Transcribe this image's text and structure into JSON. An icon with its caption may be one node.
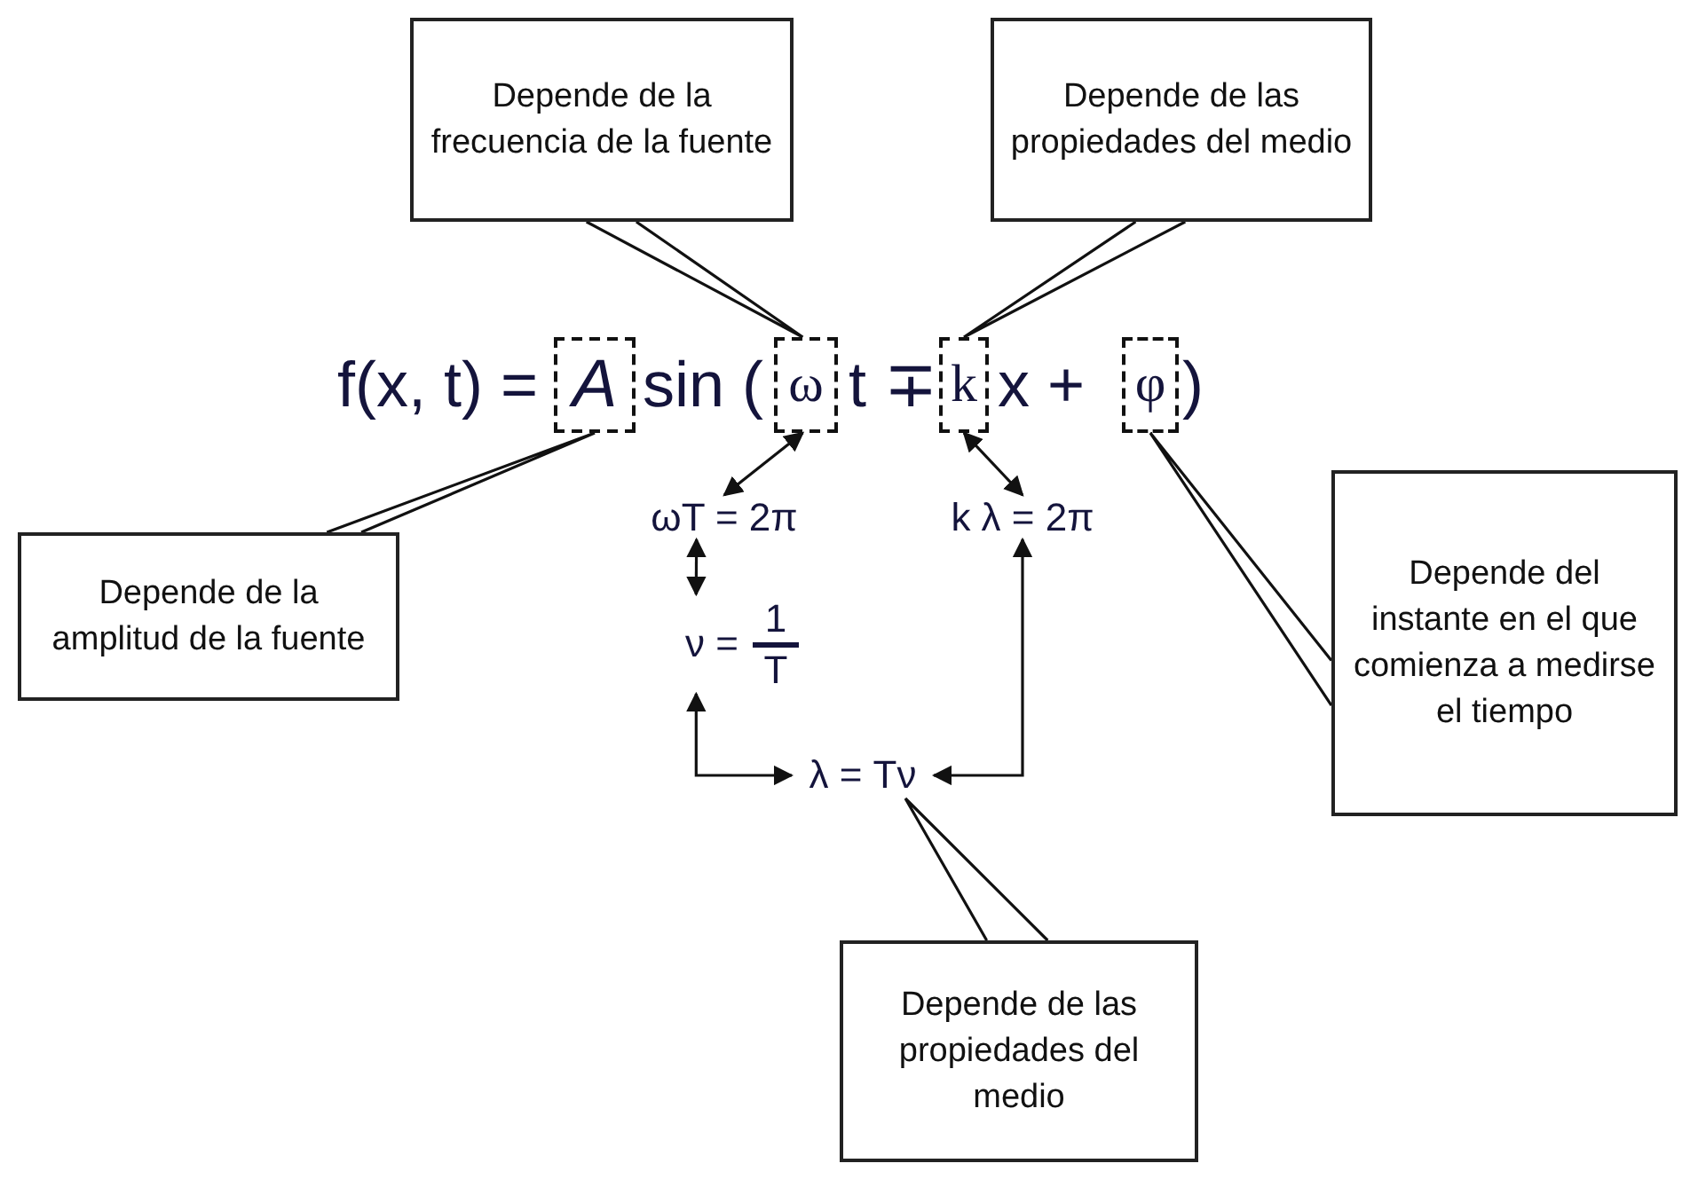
{
  "diagram": {
    "nodes": [
      {
        "text": [
          "Depende de la frecuencia de la fuente"
        ]
      },
      {
        "text": [
          "Depende de las propiedades del medio"
        ]
      },
      {
        "text": [
          "Depende de la amplitud de la fuente"
        ]
      },
      {
        "text": [
          "Depende del instante en el que comienza a medirse el tiempo"
        ]
      },
      {
        "text": [
          "Depende de las propiedades del medio"
        ]
      },
      {
        "text": [
          "A"
        ]
      },
      {
        "text": [
          "ω"
        ]
      },
      {
        "text": [
          "k"
        ]
      },
      {
        "text": [
          "φ"
        ]
      },
      {
        "text": [
          "ωT = 2π"
        ]
      },
      {
        "text": [
          "k λ = 2π"
        ]
      },
      {
        "text": [
          "ν =",
          "1",
          "T"
        ]
      },
      {
        "text": [
          "λ = Tν"
        ]
      }
    ],
    "edges": [
      {
        "from": 0,
        "to": 6,
        "arrow": "none"
      },
      {
        "from": 1,
        "to": 7,
        "arrow": "none"
      },
      {
        "from": 2,
        "to": 5,
        "arrow": "none"
      },
      {
        "from": 3,
        "to": 8,
        "arrow": "none"
      },
      {
        "from": 4,
        "to": 12,
        "arrow": "none"
      },
      {
        "from": 6,
        "to": 9,
        "arrow": "both"
      },
      {
        "from": 7,
        "to": 10,
        "arrow": "both"
      },
      {
        "from": 9,
        "to": 11,
        "arrow": "both"
      },
      {
        "from": 11,
        "to": 12,
        "arrow": "both"
      },
      {
        "from": 10,
        "to": 12,
        "arrow": "both"
      }
    ],
    "labels": [
      "f(x, t) =",
      "sin (",
      "t ∓",
      "x +",
      ")"
    ]
  }
}
